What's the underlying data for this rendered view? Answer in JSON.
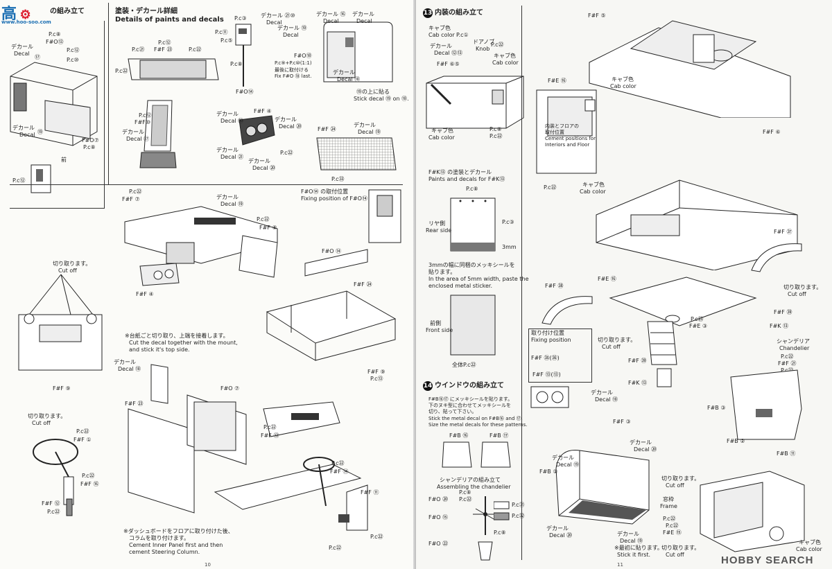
{
  "left": {
    "page_number": "10",
    "watermark": {
      "title": "高",
      "url": "www.hoo-soo.com"
    },
    "step_top": {
      "title": "の組み立て"
    },
    "panel_a": {
      "labels": [
        "P.c⑧",
        "F#O⑬",
        "デカール",
        "Decal",
        "⑰",
        "P.c⑫",
        "P.c⑩",
        "デカール",
        "Decal",
        "⑲",
        "F#O⑦",
        "P.c⑧",
        "前",
        "P.c⑫"
      ]
    },
    "paints": {
      "title_jp": "塗装・デカール詳細",
      "title_en": "Details of paints and decals",
      "labels": {
        "p12": "P.c⑫",
        "f23": "F#F ㉓",
        "p21": "P.c㉑",
        "p22": "P.c㉒",
        "p22b": "P.c㉒",
        "p3": "P.c③",
        "p11": "P.c⑪",
        "p5": "P.c⑤",
        "p8": "P.c⑧",
        "decal_21": "デカール ㉑⑩",
        "decal_en1": "Decal",
        "decal_19": "デカール ⑲",
        "decal_en2": "Decal",
        "fo18": "F#O⑱",
        "fo9": "P.c⑨+P.c⑩(1:1)",
        "last_jp": "最後に取付ける",
        "last_en": "Fix F#O ⑱ last.",
        "fo14": "F#O⑭",
        "decal_16": "デカール ⑯",
        "decal_en3": "Decal",
        "decal_15": "デカール",
        "decal_en4": "Decal",
        "decal_18": "デカール",
        "decal_en5": "Decal ⑱",
        "stick_jp": "⑲の上に貼る",
        "stick_en": "Stick decal ⑲ on ⑱.",
        "p2": "P.c⑫",
        "ff10": "F#F⑩",
        "decal_17": "デカール",
        "decal_en6": "Decal ⑰",
        "decal_s": "デカール",
        "decal_en7": "Decal ⑳",
        "ff4": "F#F ④",
        "decal_s2": "デカール",
        "decal_en8": "Decal ⑳",
        "decal_s3": "デカール",
        "decal_en9": "Decal ㉑",
        "decal_s4": "デカール",
        "decal_en10": "Decal ⑳",
        "p22c": "P.c㉒",
        "decal_s5": "デカール",
        "decal_en11": "Decal ⑳",
        "ff24": "F#F ㉔",
        "decal_s6": "デカール",
        "decal_en12": "Decal ⑲",
        "p33": "P.c㉝"
      }
    },
    "dash": {
      "labels": {
        "p2": "P.c㉒",
        "ff7": "F#F ⑦",
        "decal": "デカール",
        "decal_en": "Decal ⑲",
        "p22": "P.c㉒",
        "ff8": "F#F ⑧",
        "ff4": "F#F ④",
        "fo14_pos_jp": "F#O⑭ の取付位置",
        "fo14_pos_en": "Fixing position of F#O⑭",
        "fo14": "F#O ⑭",
        "ff24": "F#F ㉔",
        "ff9": "F#F ⑨",
        "p13": "P.c⑬"
      }
    },
    "cutoff_left": {
      "labels": {
        "jp": "切り取ります。",
        "en": "Cut off",
        "ff9": "F#F ⑨"
      }
    },
    "note_mount": {
      "jp": "※台紙ごと切り取り、上端を接着します。",
      "en1": "Cut the decal together with the mount,",
      "en2": "and stick it's top side."
    },
    "wheel": {
      "labels": {
        "jp": "切り取ります。",
        "en": "Cut off",
        "p2": "P.c㉒",
        "ff1": "F#F ①",
        "p22": "P.c㉒",
        "ff16": "F#F ⑯",
        "ff12": "F#F ⑫",
        "p22b": "P.c㉒"
      }
    },
    "assembly": {
      "labels": {
        "decal": "デカール",
        "decal_en": "Decal ⑱",
        "ff23": "F#F ㉓",
        "fo7": "F#O ⑦",
        "p2": "P.c㉒",
        "ff13": "F#F ⑬",
        "p22": "P.c㉒",
        "ff14": "F#F ⑭",
        "ff11": "F#F ⑪",
        "p22b": "P.c㉒",
        "p22c": "P.c㉒"
      },
      "note_jp1": "※ダッシュボードをフロアに取り付けた後、",
      "note_jp2": "コラムを取り付けます。",
      "note_en1": "Cement Inner Panel first and then",
      "note_en2": "cement Steering Column."
    }
  },
  "right": {
    "page_number": "11",
    "step13": {
      "num": "13",
      "title": "内装の組み立て",
      "labels": {
        "cab_jp": "キャブ色",
        "cab_en": "Cab color",
        "p1": "P.c①",
        "decal": "デカール",
        "decal_en": "Decal ⑫⑬",
        "ff6": "F#F ⑥⑤",
        "knob_jp": "ドアノブ",
        "knob_en": "Knob",
        "p2": "P.c㉒",
        "cab2_jp": "キャブ色",
        "cab2_en": "Cab color",
        "cab3_jp": "キャブ色",
        "cab3_en": "Cab color",
        "p8": "P.c⑧",
        "p2b": "P.c㉒"
      }
    },
    "fk13": {
      "jp": "F#K⑬ の塗装とデカール",
      "en": "Paints and decals for F#K⑬",
      "labels": {
        "p8": "P.c⑧",
        "rear_jp": "リヤ側",
        "rear_en": "Rear side",
        "p3": "P.c③",
        "mm": "3mm",
        "note_jp1": "3mmの幅に同梱のメッキシールを",
        "note_jp2": "貼ります。",
        "note_en1": "In the area of 5mm width, paste the",
        "note_en2": "enclosed metal sticker.",
        "front_jp": "前側",
        "front_en": "Front side",
        "all": "全体P.c㉒"
      }
    },
    "step14": {
      "num": "14",
      "title": "ウインドウの組み立て",
      "note_jp1": "F#B⑯⑰ にメッキシールを貼ります。",
      "note_jp2": "下のヌキ型に合わせてメッキシールを",
      "note_jp3": "切り、貼って下さい。",
      "note_en1": "Stick the metal decal on F#B⑯ and ⑰.",
      "note_en2": "Size the metal decals for these patterns.",
      "fb16": "F#B ⑯",
      "fb17": "F#B ⑰"
    },
    "chandelier": {
      "jp": "シャンデリアの組み立て",
      "en": "Assembling the chandelier",
      "labels": {
        "fo20": "F#O ⑳",
        "p8": "P.c⑧",
        "p2": "P.c㉒",
        "fo15": "F#O ⑮",
        "p31": "P.c㉛",
        "p32": "P.c㉜",
        "p8b": "P.c⑧",
        "fo22": "F#O ㉒"
      }
    },
    "main": {
      "labels": {
        "ff5": "F#F ⑤",
        "ff6": "F#F ⑥",
        "fe16": "F#E ⑯",
        "cab_jp": "キャブ色",
        "cab_en": "Cab color",
        "cement_jp1": "内装とフロアの",
        "cement_jp2": "取付位置",
        "cement_en1": "Cement positions for",
        "cement_en2": "Interiors and Floor",
        "p22": "P.c㉒",
        "cab2_jp": "キャブ色",
        "cab2_en": "Cab color",
        "ff37": "F#F ㊲",
        "ff38": "F#F ㊳",
        "fe16b": "F#E ⑯",
        "cut_jp": "切り取ります。",
        "cut_en": "Cut off",
        "p23": "P.c㉓",
        "fe3": "F#E ③",
        "ff39": "F#F ㊴",
        "fix_jp": "取り付け位置",
        "fix_en": "Fixing position",
        "ff35": "F#F ㉟(㊱)",
        "ff13": "F#F ⑬(⑬)",
        "cut2_jp": "切り取ります。",
        "cut2_en": "Cut off",
        "ff39b": "F#F ㊴",
        "fk13": "F#K ⑬",
        "fk13b": "F#K ⑬",
        "chand_jp": "シャンデリア",
        "chand_en": "Chandelier",
        "p2": "P.c㉒",
        "ff21": "F#F ㉑",
        "decal": "デカール",
        "decal_en": "Decal ⑱",
        "ff3": "F#F ③",
        "fb3": "F#B ③",
        "fb2": "F#B ②",
        "decal2": "デカール",
        "decal2_en": "Decal ⑲",
        "decal3": "デカール",
        "decal3_en": "Decal ⑳",
        "fb1": "F#B ①",
        "fb11": "F#B ⑪",
        "cut3_jp": "切り取ります。",
        "cut3_en": "Cut off",
        "frame_jp": "窓枠",
        "frame_en": "Frame",
        "p2b": "P.c㉒",
        "decal4": "デカール",
        "decal4_en": "Decal ⑳",
        "decal5": "デカール",
        "decal5_en": "Decal ⑲",
        "first_jp": "※最初に貼ります。",
        "first_en": "Stick it first.",
        "p22b": "P.c㉒",
        "fe15": "F#E ⑮",
        "cut4_jp": "切り取ります。",
        "cut4_en": "Cut off",
        "cab3_jp": "キャブ色",
        "cab3_en": "Cab color"
      }
    },
    "logo": {
      "brand": "HOBBY SEARCH"
    }
  }
}
